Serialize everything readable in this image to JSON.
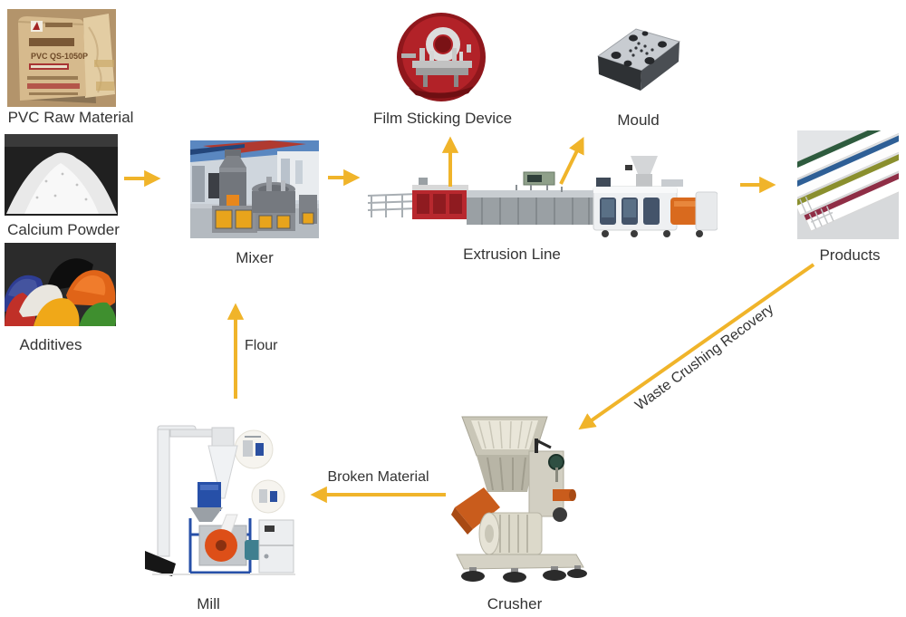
{
  "colors": {
    "arrow": "#F0B42A",
    "label": "#333333",
    "background": "#FFFFFF"
  },
  "nodes": {
    "pvc_raw_material": {
      "label": "PVC Raw Material",
      "bag_text": "PVC QS-1050P"
    },
    "calcium_powder": {
      "label": "Calcium Powder"
    },
    "additives": {
      "label": "Additives"
    },
    "mixer": {
      "label": "Mixer"
    },
    "film_sticking_device": {
      "label": "Film Sticking Device"
    },
    "mould": {
      "label": "Mould"
    },
    "extrusion_line": {
      "label": "Extrusion Line"
    },
    "products": {
      "label": "Products"
    },
    "crusher": {
      "label": "Crusher"
    },
    "mill": {
      "label": "Mill"
    }
  },
  "flow_labels": {
    "waste_crushing_recovery": {
      "label": "Waste Crushing Recovery"
    },
    "broken_material": {
      "label": "Broken Material"
    },
    "flour": {
      "label": "Flour"
    }
  },
  "connections": [
    {
      "from": "raw-materials",
      "to": "mixer",
      "label": ""
    },
    {
      "from": "mixer",
      "to": "extrusion-line",
      "label": ""
    },
    {
      "from": "extrusion-line",
      "to": "film-sticking-device",
      "label": ""
    },
    {
      "from": "extrusion-line",
      "to": "mould",
      "label": ""
    },
    {
      "from": "extrusion-line",
      "to": "products",
      "label": ""
    },
    {
      "from": "products",
      "to": "crusher",
      "label": "Waste Crushing Recovery"
    },
    {
      "from": "crusher",
      "to": "mill",
      "label": "Broken Material"
    },
    {
      "from": "mill",
      "to": "mixer",
      "label": "Flour"
    }
  ]
}
